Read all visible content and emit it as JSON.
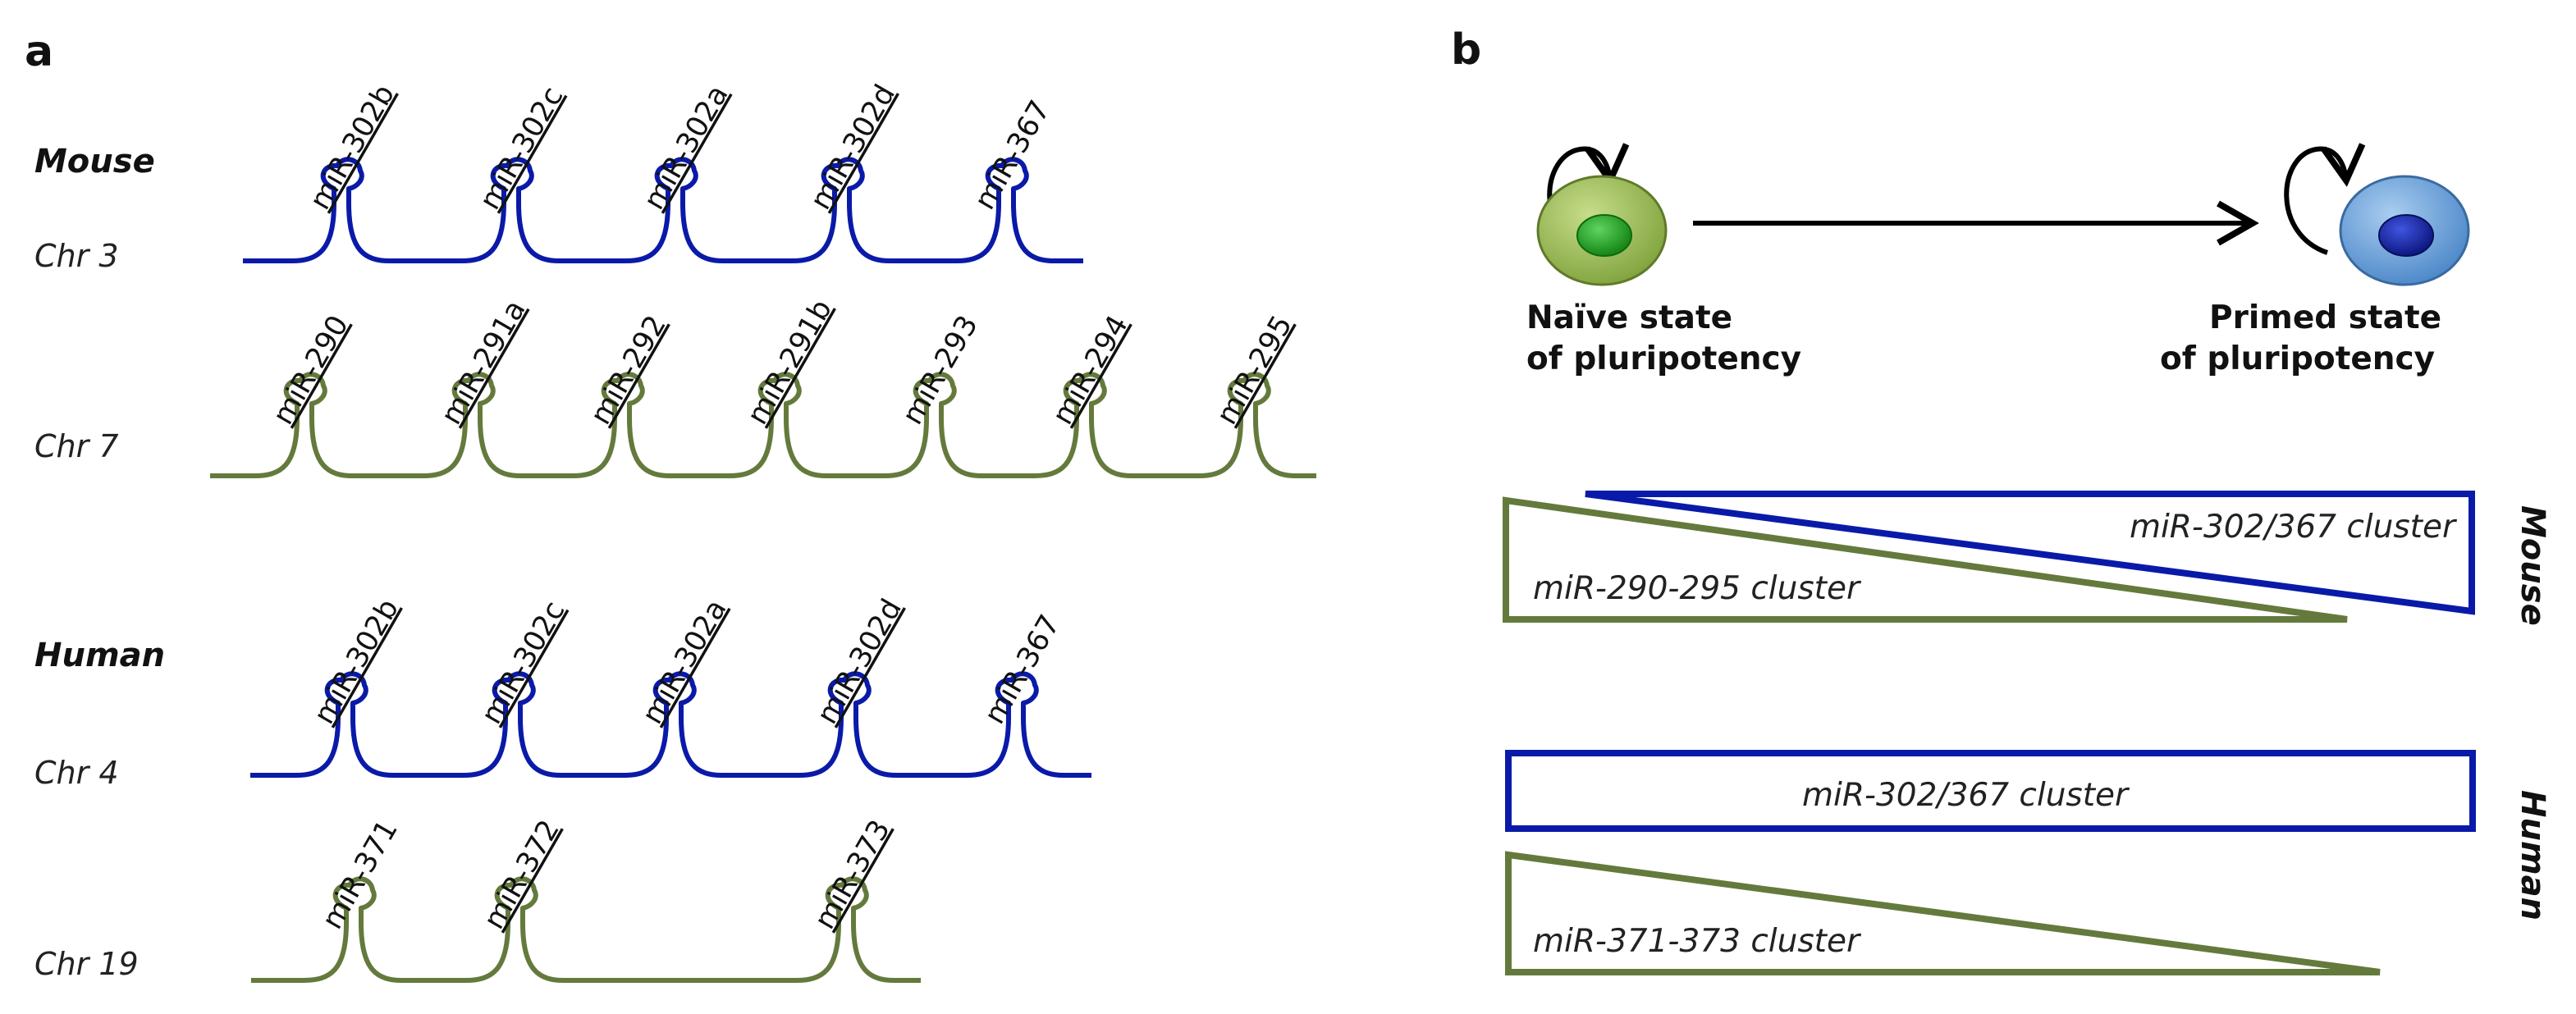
{
  "colors": {
    "mir302_cluster": "#0a1aa8",
    "mir290_cluster": "#647a3c",
    "naive_cell": "#8fb44a",
    "naive_nucleus": "#1f9a1f",
    "primed_cell": "#5b9bd5",
    "primed_nucleus": "#0d1a9a"
  },
  "panel_a": {
    "label": "a",
    "groups": [
      {
        "species": "Mouse",
        "loci": [
          {
            "chr": "Chr 3",
            "color": "mir302_cluster",
            "mirs": [
              {
                "name": "miR-302b",
                "underlined": true
              },
              {
                "name": "miR-302c",
                "underlined": true
              },
              {
                "name": "miR-302a",
                "underlined": true
              },
              {
                "name": "miR-302d",
                "underlined": true
              },
              {
                "name": "miR-367",
                "underlined": false
              }
            ]
          },
          {
            "chr": "Chr 7",
            "color": "mir290_cluster",
            "mirs": [
              {
                "name": "miR-290",
                "underlined": true
              },
              {
                "name": "miR-291a",
                "underlined": true
              },
              {
                "name": "miR-292",
                "underlined": true
              },
              {
                "name": "miR-291b",
                "underlined": true
              },
              {
                "name": "miR-293",
                "underlined": false
              },
              {
                "name": "miR-294",
                "underlined": true
              },
              {
                "name": "miR-295",
                "underlined": true
              }
            ]
          }
        ]
      },
      {
        "species": "Human",
        "loci": [
          {
            "chr": "Chr 4",
            "color": "mir302_cluster",
            "mirs": [
              {
                "name": "miR-302b",
                "underlined": true
              },
              {
                "name": "miR-302c",
                "underlined": true
              },
              {
                "name": "miR-302a",
                "underlined": true
              },
              {
                "name": "miR-302d",
                "underlined": true
              },
              {
                "name": "miR-367",
                "underlined": false
              }
            ]
          },
          {
            "chr": "Chr 19",
            "color": "mir290_cluster",
            "mirs": [
              {
                "name": "miR-371",
                "underlined": false
              },
              {
                "name": "miR-372",
                "underlined": true
              },
              {
                "name": "miR-373",
                "underlined": true
              }
            ]
          }
        ]
      }
    ]
  },
  "panel_b": {
    "label": "b",
    "naive": {
      "line1": "Naïve state",
      "line2": "of pluripotency"
    },
    "primed": {
      "line1": "Primed state",
      "line2": "of pluripotency"
    },
    "mouse": {
      "species": "Mouse",
      "mir302_label": "miR-302/367 cluster",
      "mir290_label": "miR-290-295 cluster"
    },
    "human": {
      "species": "Human",
      "mir302_label": "miR-302/367 cluster",
      "mir371_label": "miR-371-373 cluster"
    }
  }
}
